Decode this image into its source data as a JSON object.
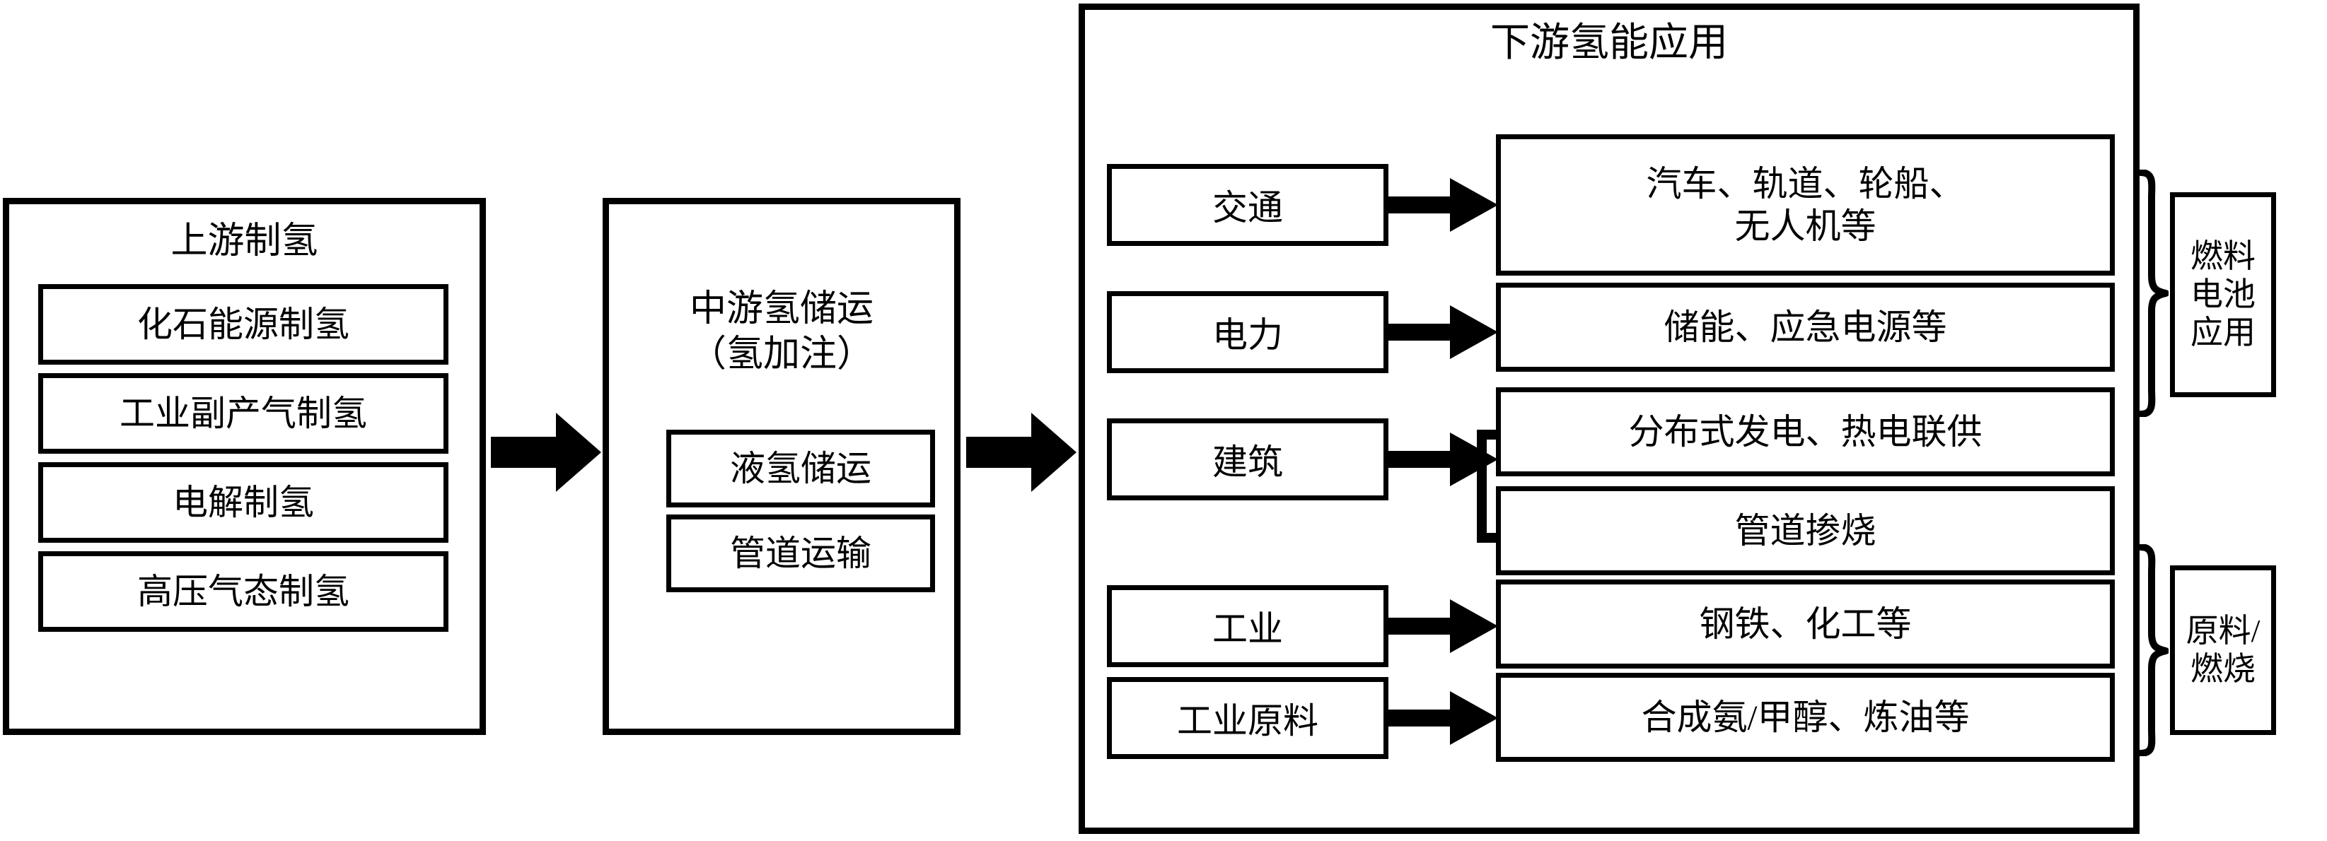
{
  "diagram": {
    "title_implicit": "",
    "upstream": {
      "title": "上游制氢",
      "items": [
        "化石能源制氢",
        "工业副产气制氢",
        "电解制氢",
        "高压气态制氢"
      ]
    },
    "midstream": {
      "title_line1": "中游氢储运",
      "title_line2": "（氢加注）",
      "items": [
        "液氢储运",
        "管道运输"
      ]
    },
    "downstream": {
      "title": "下游氢能应用",
      "rows": [
        {
          "category": "交通",
          "target_line1": "汽车、轨道、轮船、",
          "target_line2": "无人机等"
        },
        {
          "category": "电力",
          "target_line1": "储能、应急电源等",
          "target_line2": ""
        },
        {
          "category": "建筑",
          "target_line1": "分布式发电、热电联供",
          "target_line2": "管道掺烧"
        },
        {
          "category": "工业",
          "target_line1": "钢铁、化工等",
          "target_line2": ""
        },
        {
          "category": "工业原料",
          "target_line1": "合成氨/甲醇、炼油等",
          "target_line2": ""
        }
      ]
    },
    "groups": [
      {
        "line1": "燃料",
        "line2": "电池",
        "line3": "应用"
      },
      {
        "line1": "原料/",
        "line2": "燃烧",
        "line3": ""
      }
    ],
    "arrows": {
      "stage1": "block-arrow-right",
      "stage2": "block-arrow-right",
      "row": "arrow-right"
    },
    "colors": {
      "stroke": "#000000",
      "background": "#ffffff"
    }
  }
}
